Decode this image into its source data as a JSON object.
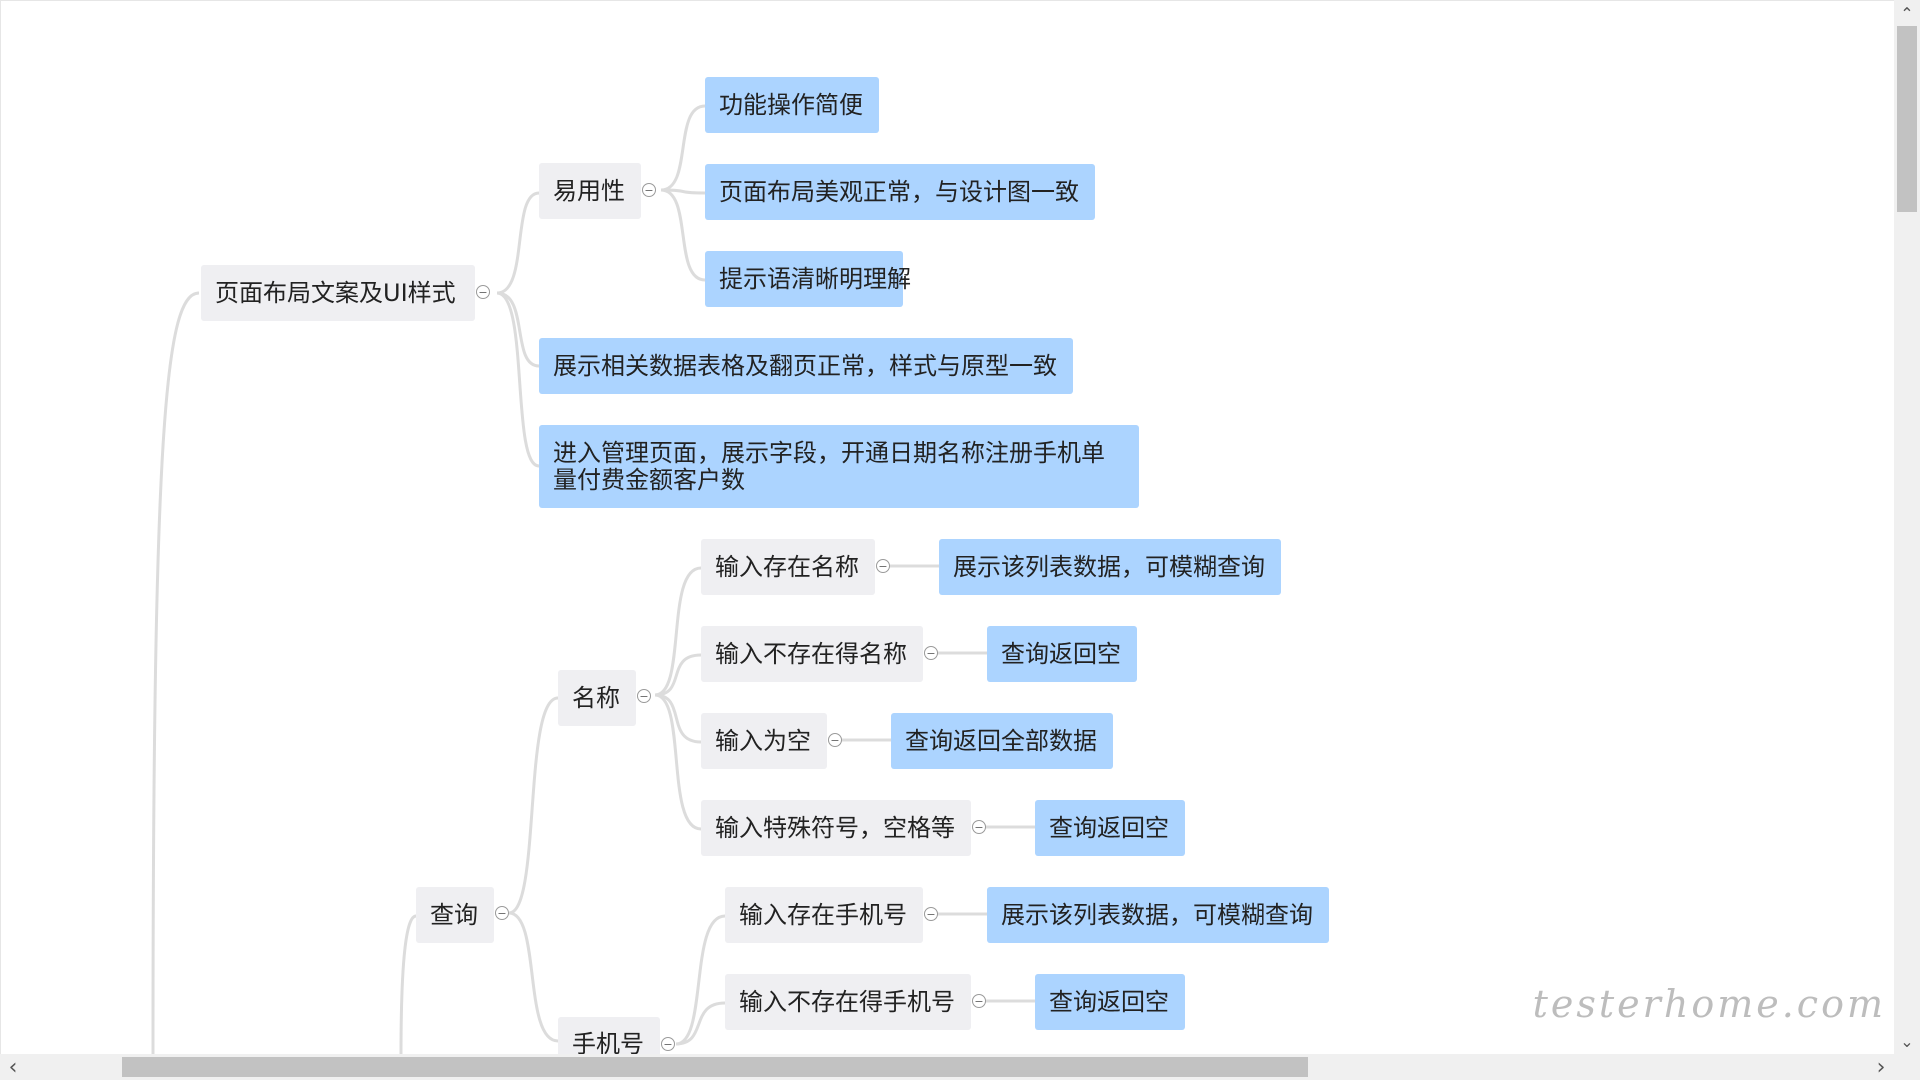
{
  "mindmap": {
    "nodes": {
      "layout": "页面布局文案及UI样式",
      "usability": "易用性",
      "op_simple": "功能操作简便",
      "layout_ok": "页面布局美观正常，与设计图一致",
      "prompt_clear": "提示语清晰明理解",
      "table_ok": "展示相关数据表格及翻页正常，样式与原型一致",
      "manage_fields": "进入管理页面，展示字段，开通日期名称注册手机单量付费金额客户数",
      "query": "查询",
      "name": "名称",
      "name_exist": "输入存在名称",
      "name_exist_result": "展示该列表数据，可模糊查询",
      "name_not_exist": "输入不存在得名称",
      "name_not_exist_result": "查询返回空",
      "name_empty": "输入为空",
      "name_empty_result": "查询返回全部数据",
      "name_special": "输入特殊符号，空格等",
      "name_special_result": "查询返回空",
      "phone": "手机号",
      "phone_exist": "输入存在手机号",
      "phone_exist_result": "展示该列表数据，可模糊查询",
      "phone_not_exist": "输入不存在得手机号",
      "phone_not_exist_result": "查询返回空"
    },
    "collapse_symbol": "−"
  },
  "scroll": {
    "up": "⌃",
    "down": "⌄",
    "left": "‹",
    "right": "›"
  },
  "watermark": "testerhome.com"
}
